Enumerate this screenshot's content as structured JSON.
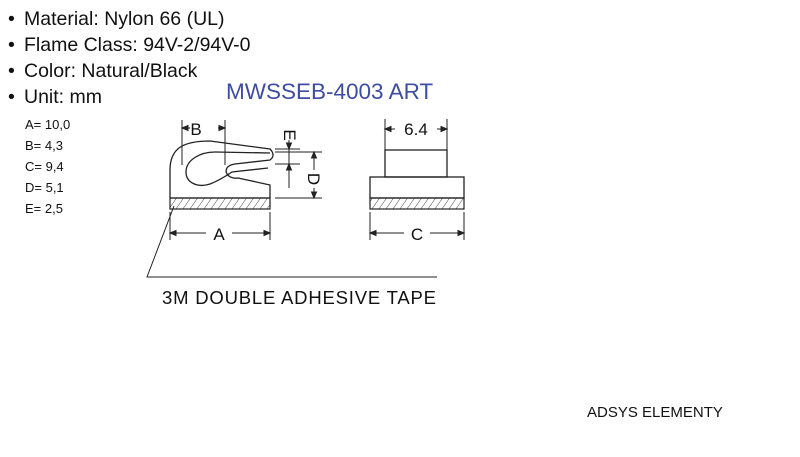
{
  "specs": [
    "Material: Nylon 66 (UL)",
    "Flame Class: 94V-2/94V-0",
    "Color: Natural/Black",
    "Unit: mm"
  ],
  "title": "MWSSEB-4003 ART",
  "dimension_values": [
    "A= 10,0",
    "B= 4,3",
    "C= 9,4",
    "D= 5,1",
    "E= 2,5"
  ],
  "drawing": {
    "label_a": "A",
    "label_b": "B",
    "label_c": "C",
    "label_d": "D",
    "label_e": "E",
    "label_width": "6.4",
    "tape_label": "3M DOUBLE ADHESIVE TAPE"
  },
  "footer": "ADSYS ELEMENTY",
  "colors": {
    "title": "#3f4ca3",
    "line": "#222222"
  }
}
